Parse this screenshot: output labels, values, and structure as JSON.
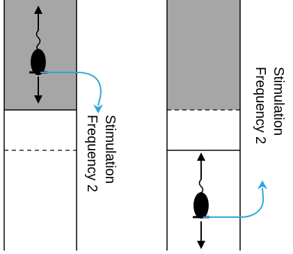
{
  "panels": [
    {
      "id": "left",
      "label_line1": "Stimulation",
      "label_line2": "Frequency 2",
      "mouse_zone": "top"
    },
    {
      "id": "right",
      "label_line1": "Stimulation",
      "label_line2": "Frequency 2",
      "mouse_zone": "bottom"
    }
  ],
  "colors": {
    "shaded_zone": "#a6a6a6",
    "cable": "#2aa7dc",
    "outline": "#000000",
    "mouse": "#000000"
  },
  "icons": [
    "mouse-icon",
    "up-arrow-icon",
    "down-arrow-icon",
    "cable-arrow-icon"
  ]
}
